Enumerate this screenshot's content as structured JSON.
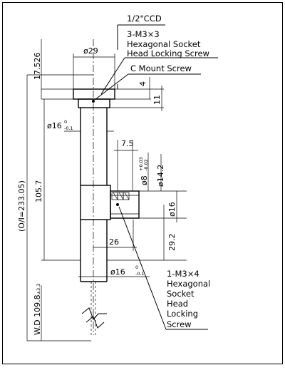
{
  "labels": {
    "ccd": "1/2\"CCD",
    "top_screw_1": "3-M3×3",
    "top_screw_2": "Hexagonal Socket",
    "top_screw_3": "Head Locking Screw",
    "cmount": "C Mount Screw",
    "bottom_screw_1": "1-M3×4",
    "bottom_screw_2": "Hexagonal",
    "bottom_screw_3": "Socket",
    "bottom_screw_4": "Head",
    "bottom_screw_5": "Locking",
    "bottom_screw_6": "Screw"
  },
  "dimensions": {
    "top_height": "17.526",
    "total": "(O/I=233.05)",
    "body_length": "105.7",
    "wd_main": "W.D 109.8",
    "wd_tol": "±3.3",
    "dia_29": "ø29",
    "d4": "4",
    "d11": "11",
    "dia16_a_main": "ø16",
    "dia16_a_tol_top": "0",
    "dia16_a_tol_bot": "-0.1",
    "d7_5": "7.5",
    "dia8_main": "ø8",
    "dia8_tol_top": "+0.03",
    "dia8_tol_bot": "-0.02",
    "dia14_2": "ø14.2",
    "dia16_b": "ø16",
    "d29_2": "29.2",
    "d26": "26",
    "dia16_c_main": "ø16",
    "dia16_c_tol_top": "0",
    "dia16_c_tol_bot": "-0.1"
  }
}
